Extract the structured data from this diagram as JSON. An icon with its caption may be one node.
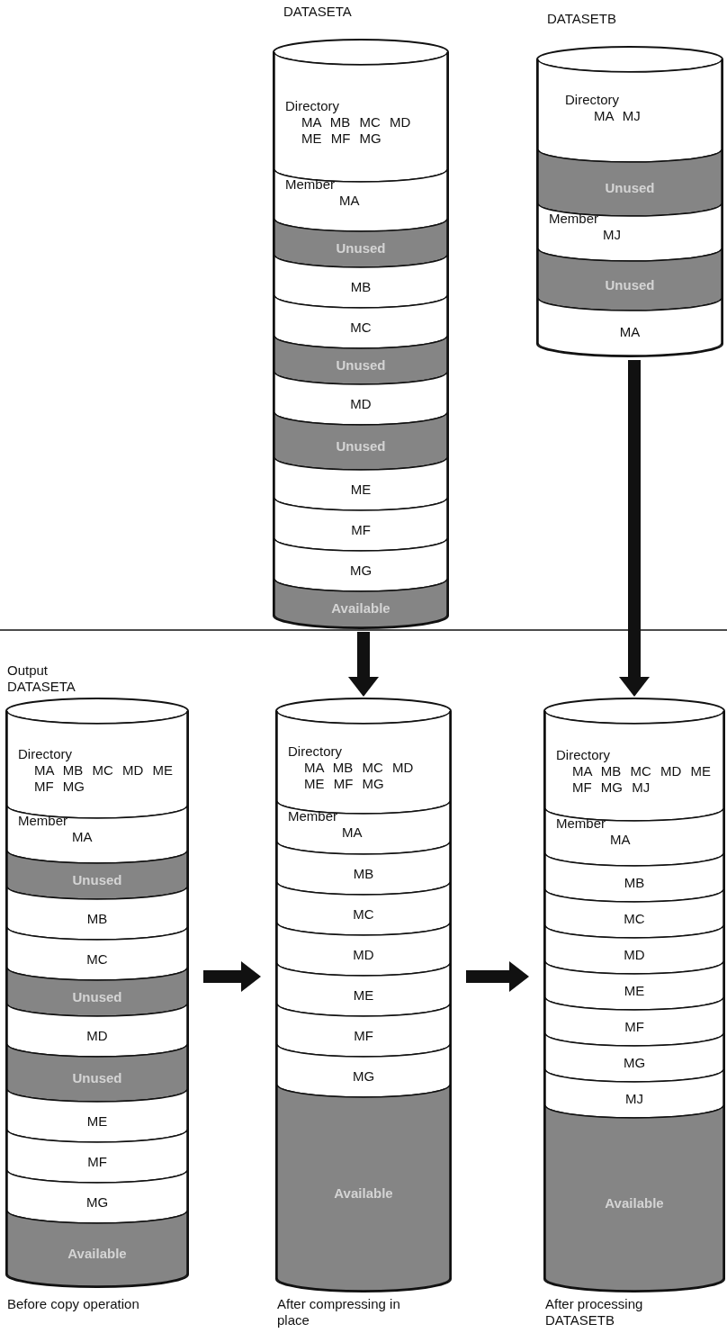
{
  "diagram": {
    "nodes": [
      {
        "text": [
          "DATASETA"
        ]
      },
      {
        "text": [
          "Directory",
          "MA MB MC MD ME MF MG"
        ],
        "in": 0
      },
      {
        "text": [
          "Member",
          "MA"
        ],
        "in": 0
      },
      {
        "text": [
          "Unused"
        ],
        "in": 0
      },
      {
        "text": [
          "MB"
        ],
        "in": 0
      },
      {
        "text": [
          "MC"
        ],
        "in": 0
      },
      {
        "text": [
          "Unused"
        ],
        "in": 0
      },
      {
        "text": [
          "MD"
        ],
        "in": 0
      },
      {
        "text": [
          "Unused"
        ],
        "in": 0
      },
      {
        "text": [
          "ME"
        ],
        "in": 0
      },
      {
        "text": [
          "MF"
        ],
        "in": 0
      },
      {
        "text": [
          "MG"
        ],
        "in": 0
      },
      {
        "text": [
          "Available"
        ],
        "in": 0
      },
      {
        "text": [
          "DATASETB"
        ]
      },
      {
        "text": [
          "Directory",
          "MA MJ"
        ],
        "in": 13
      },
      {
        "text": [
          "Unused"
        ],
        "in": 13
      },
      {
        "text": [
          "Member",
          "MJ"
        ],
        "in": 13
      },
      {
        "text": [
          "Unused"
        ],
        "in": 13
      },
      {
        "text": [
          "MA"
        ],
        "in": 13
      },
      {
        "text": [
          "Output DATASETA"
        ]
      },
      {
        "text": [
          "Directory",
          "MA MB MC MD ME MF MG"
        ],
        "in": 19
      },
      {
        "text": [
          "Member",
          "MA"
        ],
        "in": 19
      },
      {
        "text": [
          "Unused"
        ],
        "in": 19
      },
      {
        "text": [
          "MB"
        ],
        "in": 19
      },
      {
        "text": [
          "MC"
        ],
        "in": 19
      },
      {
        "text": [
          "Unused"
        ],
        "in": 19
      },
      {
        "text": [
          "MD"
        ],
        "in": 19
      },
      {
        "text": [
          "Unused"
        ],
        "in": 19
      },
      {
        "text": [
          "ME"
        ],
        "in": 19
      },
      {
        "text": [
          "MF"
        ],
        "in": 19
      },
      {
        "text": [
          "MG"
        ],
        "in": 19
      },
      {
        "text": [
          "Available"
        ],
        "in": 19
      },
      {
        "text": [],
        "shape": "cylinder"
      },
      {
        "text": [
          "Directory",
          "MA MB MC MD ME MF MG"
        ],
        "in": 32
      },
      {
        "text": [
          "Member",
          "MA"
        ],
        "in": 32
      },
      {
        "text": [
          "MB"
        ],
        "in": 32
      },
      {
        "text": [
          "MC"
        ],
        "in": 32
      },
      {
        "text": [
          "MD"
        ],
        "in": 32
      },
      {
        "text": [
          "ME"
        ],
        "in": 32
      },
      {
        "text": [
          "MF"
        ],
        "in": 32
      },
      {
        "text": [
          "MG"
        ],
        "in": 32
      },
      {
        "text": [
          "Available"
        ],
        "in": 32
      },
      {
        "text": [],
        "shape": "cylinder"
      },
      {
        "text": [
          "Directory",
          "MA MB MC MD ME MF MG MJ"
        ],
        "in": 42
      },
      {
        "text": [
          "Member",
          "MA"
        ],
        "in": 42
      },
      {
        "text": [
          "MB"
        ],
        "in": 42
      },
      {
        "text": [
          "MC"
        ],
        "in": 42
      },
      {
        "text": [
          "MD"
        ],
        "in": 42
      },
      {
        "text": [
          "ME"
        ],
        "in": 42
      },
      {
        "text": [
          "MF"
        ],
        "in": 42
      },
      {
        "text": [
          "MG"
        ],
        "in": 42
      },
      {
        "text": [
          "MJ"
        ],
        "in": 42
      },
      {
        "text": [
          "Available"
        ],
        "in": 42
      }
    ],
    "edges": [
      {
        "from": 0,
        "to": 32,
        "arrow": "to"
      },
      {
        "from": 13,
        "to": 42,
        "arrow": "to"
      },
      {
        "from": 19,
        "to": 32,
        "arrow": "to"
      },
      {
        "from": 32,
        "to": 42,
        "arrow": "to"
      }
    ],
    "labels": [
      "Before copy operation",
      "After compressing in place",
      "After processing DATASETB"
    ]
  }
}
